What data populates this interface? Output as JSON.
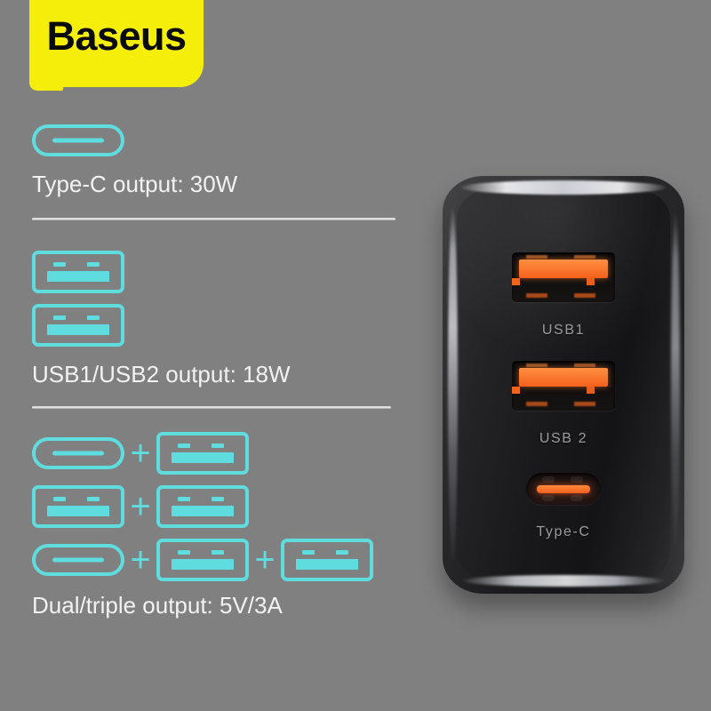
{
  "brand": {
    "name": "Baseus",
    "badge_color": "#F5EE0A",
    "text_color": "#0A0A0A"
  },
  "theme": {
    "background": "#808080",
    "accent_cyan": "#5FDDDE",
    "caption_color": "#F2F2F2",
    "port_orange": "#F4601C"
  },
  "features": [
    {
      "id": "type-c",
      "icons": [
        "type-c"
      ],
      "caption": "Type-C output: 30W"
    },
    {
      "id": "usb1-usb2",
      "icons": [
        "usb-a",
        "usb-a"
      ],
      "caption": "USB1/USB2 output: 18W"
    },
    {
      "id": "dual-triple",
      "combos": [
        [
          "type-c",
          "usb-a"
        ],
        [
          "usb-a",
          "usb-a"
        ],
        [
          "type-c",
          "usb-a",
          "usb-a"
        ]
      ],
      "plus_symbol": "+",
      "caption": "Dual/triple output: 5V/3A"
    }
  ],
  "product": {
    "name": "wall-charger",
    "ports": [
      {
        "type": "usb-a",
        "label": "USB1"
      },
      {
        "type": "usb-a",
        "label": "USB 2"
      },
      {
        "type": "type-c",
        "label": "Type-C"
      }
    ]
  }
}
